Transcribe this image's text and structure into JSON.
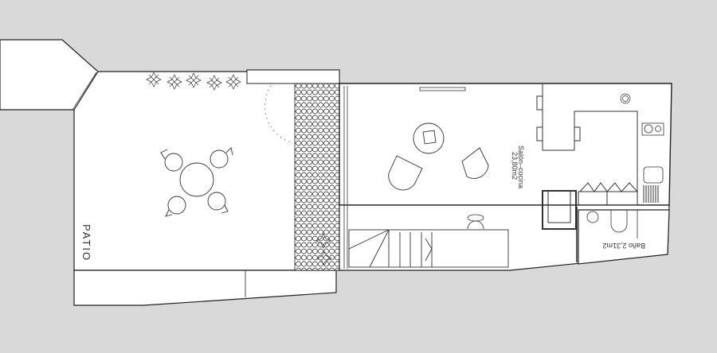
{
  "floor_plan": {
    "rooms": [
      {
        "id": "patio",
        "label": "PATIO"
      },
      {
        "id": "salon_cocina",
        "label": "Salón–cocina",
        "area": "23,80m2"
      },
      {
        "id": "bano",
        "label": "Baño 2,31m2"
      }
    ],
    "colors": {
      "background": "#d9d9d9",
      "floor": "#ffffff",
      "wall": "#222222"
    }
  }
}
